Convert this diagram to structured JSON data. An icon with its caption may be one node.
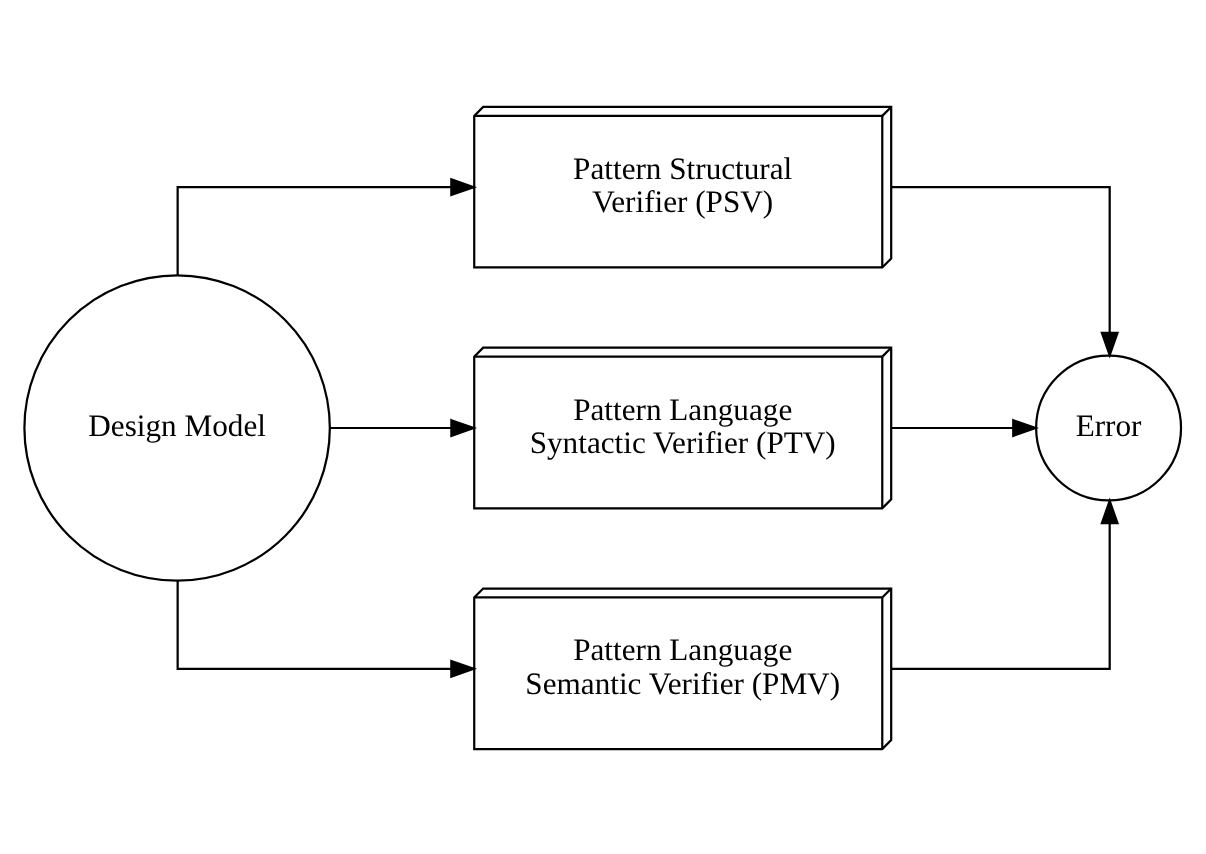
{
  "diagram": {
    "nodes": [
      {
        "text": [
          "Design Model"
        ]
      },
      {
        "text": [
          "Pattern Structural Verifier (PSV)"
        ]
      },
      {
        "text": [
          "Pattern Language Syntactic Verifier (PTV)"
        ]
      },
      {
        "text": [
          "Pattern Language Semantic Verifier (PMV)"
        ]
      },
      {
        "text": [
          "Error"
        ]
      }
    ],
    "edges": [
      {
        "from": 0,
        "to": 1,
        "arrow": "to"
      },
      {
        "from": 0,
        "to": 2,
        "arrow": "to"
      },
      {
        "from": 0,
        "to": 3,
        "arrow": "to"
      },
      {
        "from": 1,
        "to": 4,
        "arrow": "to"
      },
      {
        "from": 2,
        "to": 4,
        "arrow": "to"
      },
      {
        "from": 3,
        "to": 4,
        "arrow": "to"
      }
    ]
  }
}
